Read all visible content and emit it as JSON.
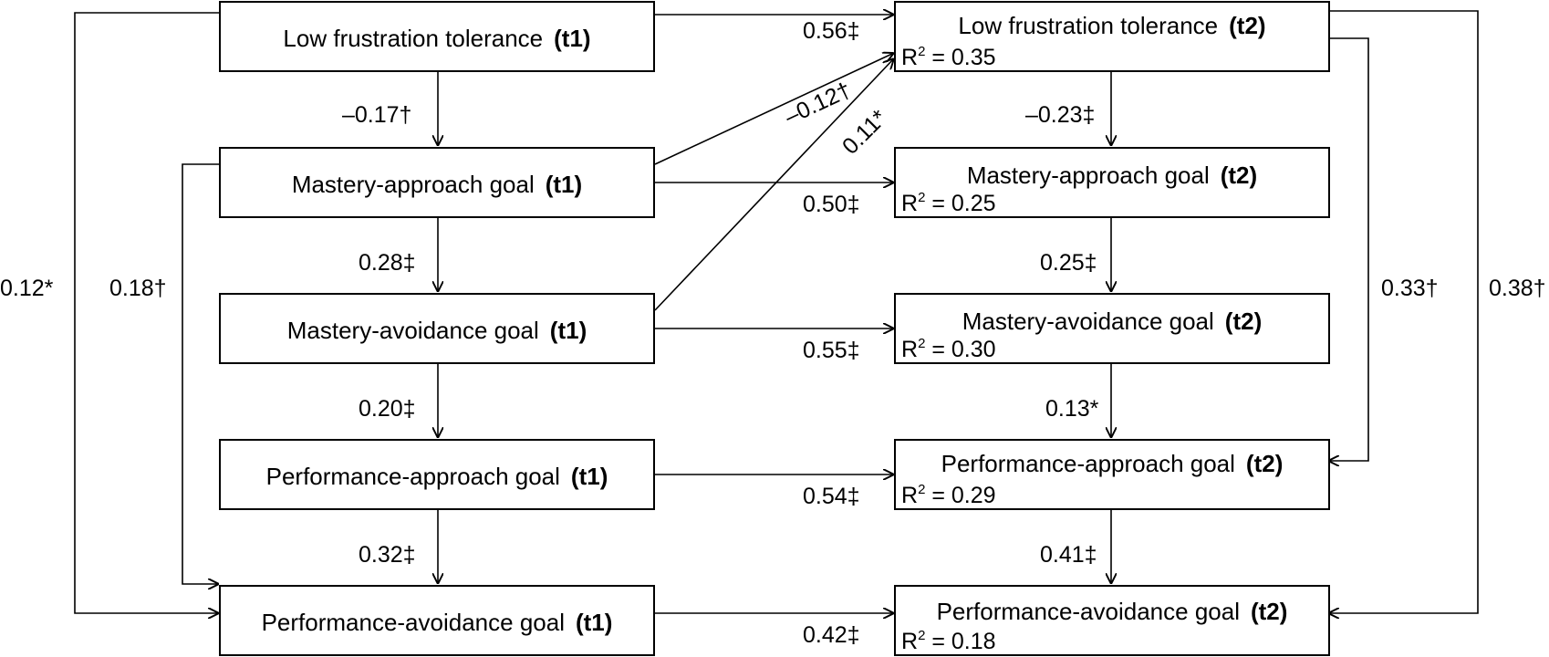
{
  "left_boxes": [
    {
      "name": "Low frustration tolerance",
      "tag": "(t1)"
    },
    {
      "name": "Mastery-approach goal",
      "tag": "(t1)"
    },
    {
      "name": "Mastery-avoidance goal",
      "tag": "(t1)"
    },
    {
      "name": "Performance-approach goal",
      "tag": "(t1)"
    },
    {
      "name": "Performance-avoidance goal",
      "tag": "(t1)"
    }
  ],
  "right_boxes": [
    {
      "name": "Low frustration tolerance",
      "tag": "(t2)",
      "r2_prefix": "R",
      "r2_sup": "2",
      "r2_value": " = 0.35"
    },
    {
      "name": "Mastery-approach goal",
      "tag": "(t2)",
      "r2_prefix": "R",
      "r2_sup": "2",
      "r2_value": " = 0.25"
    },
    {
      "name": "Mastery-avoidance goal",
      "tag": "(t2)",
      "r2_prefix": "R",
      "r2_sup": "2",
      "r2_value": " = 0.30"
    },
    {
      "name": "Performance-approach goal",
      "tag": "(t2)",
      "r2_prefix": "R",
      "r2_sup": "2",
      "r2_value": " = 0.29"
    },
    {
      "name": "Performance-avoidance goal",
      "tag": "(t2)",
      "r2_prefix": "R",
      "r2_sup": "2",
      "r2_value": " = 0.18"
    }
  ],
  "paths": {
    "left_chain": [
      "–0.17†",
      "0.28‡",
      "0.20‡",
      "0.32‡"
    ],
    "right_chain": [
      "–0.23‡",
      "0.25‡",
      "0.13*",
      "0.41‡"
    ],
    "stability": [
      "0.56‡",
      "0.50‡",
      "0.55‡",
      "0.54‡",
      "0.42‡"
    ],
    "cross_mastery_approach": "–0.12†",
    "cross_mastery_avoidance": "0.11*",
    "corr_left_outer": "0.12*",
    "corr_left_inner": "0.18†",
    "corr_right_inner": "0.33†",
    "corr_right_outer": "0.38†"
  }
}
